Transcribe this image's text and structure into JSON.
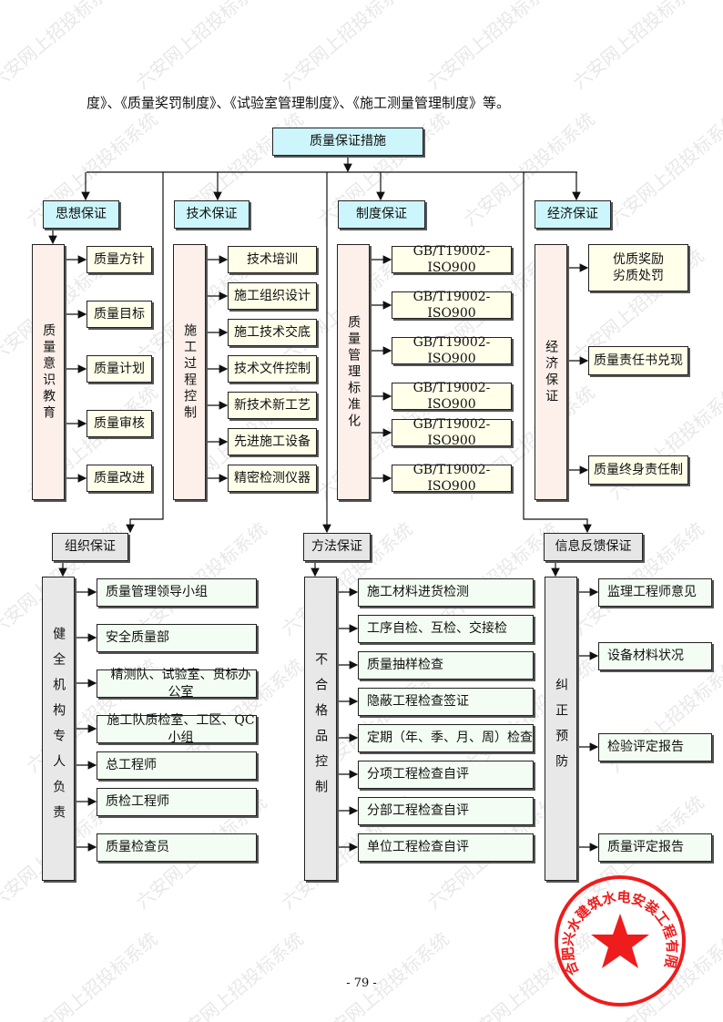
{
  "intro_text": "度》、《质量奖罚制度》、《试验室管理制度》、《施工测量管理制度》等。",
  "root": "质量保证措施",
  "top_groups": [
    {
      "label": "思想保证",
      "vertical": "质量意识教育",
      "items": [
        "质量方针",
        "质量目标",
        "质量计划",
        "质量审核",
        "质量改进"
      ]
    },
    {
      "label": "技术保证",
      "vertical": "施工过程控制",
      "items": [
        "技术培训",
        "施工组织设计",
        "施工技术交底",
        "技术文件控制",
        "新技术新工艺",
        "先进施工设备",
        "精密检测仪器"
      ]
    },
    {
      "label": "制度保证",
      "vertical": "质量管理标准化",
      "items": [
        "GB/T19002-ISO900",
        "GB/T19002-ISO900",
        "GB/T19002-ISO900",
        "GB/T19002-ISO900",
        "GB/T19002-ISO900",
        "GB/T19002-ISO900"
      ]
    },
    {
      "label": "经济保证",
      "vertical": "经济保证",
      "items": [
        "优质奖励\n劣质处罚",
        "质量责任书兑现",
        "质量终身责任制"
      ]
    }
  ],
  "bottom_groups": [
    {
      "label": "组织保证",
      "vertical": "健全机构专人负责",
      "items": [
        "质量管理领导小组",
        "安全质量部",
        "精测队、试验室、贯标办公室",
        "施工队质检室、工区、QC小组",
        "总工程师",
        "质检工程师",
        "质量检查员"
      ]
    },
    {
      "label": "方法保证",
      "vertical": "不合格品控制",
      "items": [
        "施工材料进货检测",
        "工序自检、互检、交接检",
        "质量抽样检查",
        "隐蔽工程检查签证",
        "定期（年、季、月、周）检查",
        "分项工程检查自评",
        "分部工程检查自评",
        "单位工程检查自评"
      ]
    },
    {
      "label": "信息反馈保证",
      "vertical": "纠正预防",
      "items": [
        "监理工程师意见",
        "设备材料状况",
        "检验评定报告",
        "质量评定报告"
      ]
    }
  ],
  "page_number": "- 79 -",
  "watermark": "六安网上招投标系统",
  "stamp_text": "合肥兴水建筑水电安装工程有限公司",
  "colors": {
    "header": "#ccf6fb",
    "vertical": "#fdf0ea",
    "leaf": "#ffffea",
    "bottom_header": "#e6e6e6",
    "bottom_leaf": "#f3fdf3",
    "stamp": "#ee1c1c"
  }
}
